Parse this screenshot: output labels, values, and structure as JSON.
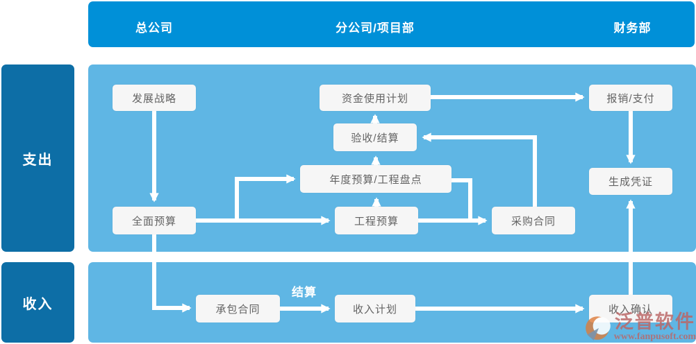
{
  "header": {
    "columns": [
      "总公司",
      "分公司/项目部",
      "财务部"
    ]
  },
  "rows": {
    "expense": "支出",
    "income": "收入"
  },
  "nodes": {
    "development_strategy": "发展战略",
    "fund_use_plan": "资金使用计划",
    "reimburse_pay": "报销/支付",
    "acceptance_settlement": "验收/结算",
    "annual_budget_inventory": "年度预算/工程盘点",
    "overall_budget": "全面预算",
    "project_budget": "工程预算",
    "purchase_contract": "采购合同",
    "generate_voucher": "生成凭证",
    "contracting_contract": "承包合同",
    "income_plan": "收入计划",
    "income_confirmation": "收入确认"
  },
  "edge_labels": {
    "settlement": "结算"
  },
  "watermark": {
    "brand": "泛普软件",
    "url": "www.fanpusoft.com"
  },
  "colors": {
    "header_blue": "#0090d8",
    "row_label_blue": "#0d6ea6",
    "lane_blue": "#5fb6e4",
    "node_bg": "#f6f6f6",
    "node_text": "#636363",
    "arrow": "#ffffff",
    "watermark_text": "#bb6666"
  }
}
